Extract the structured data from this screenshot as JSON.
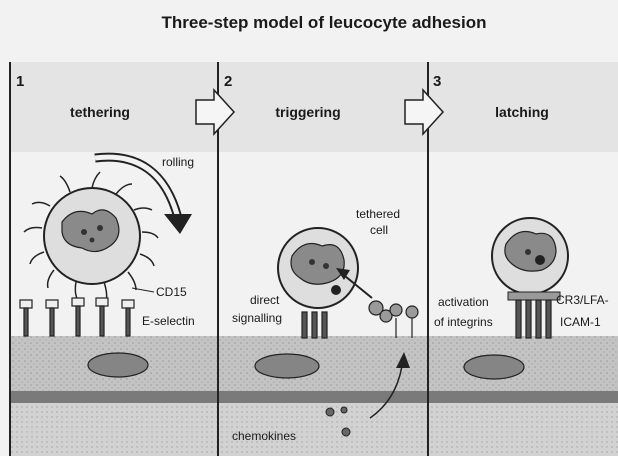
{
  "title": "Three-step model of leucocyte adhesion",
  "steps": [
    {
      "number": "1",
      "label": "tethering"
    },
    {
      "number": "2",
      "label": "triggering"
    },
    {
      "number": "3",
      "label": "latching"
    }
  ],
  "labels": {
    "rolling": "rolling",
    "cd15": "CD15",
    "e_selectin": "E-selectin",
    "tethered_line1": "tethered",
    "tethered_line2": "cell",
    "direct_line1": "direct",
    "direct_line2": "signalling",
    "activation_line1": "activation",
    "activation_line2": "of integrins",
    "cr3": "CR3/LFA-",
    "icam": "ICAM-1",
    "chemokines": "chemokines"
  },
  "colors": {
    "background": "#f2f2f2",
    "header_band": "#e4e4e4",
    "endothelium": "#bdbdbd",
    "basement": "#7a7a7a",
    "tissue": "#d0d0d0",
    "cell_fill": "#dedede",
    "nucleus": "#8a8a8a",
    "line": "#1b1b1b"
  }
}
